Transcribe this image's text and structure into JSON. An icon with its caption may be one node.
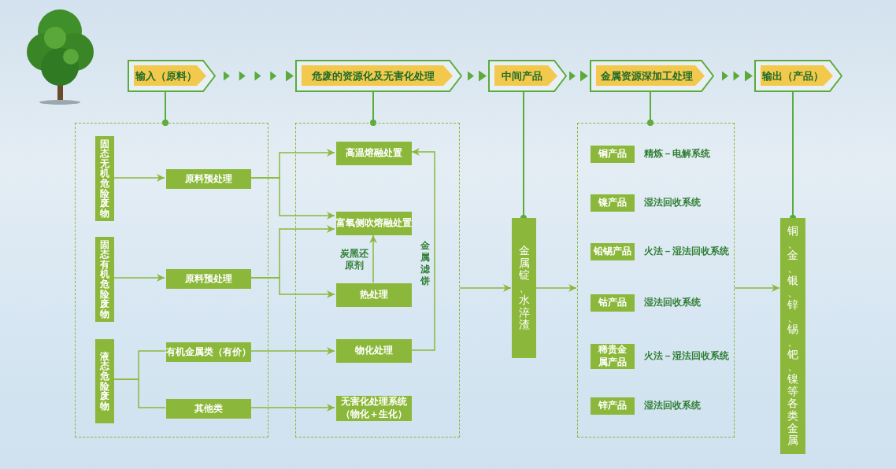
{
  "diagram": {
    "nodes": [
      {
        "text": [
          "输入（原料）"
        ]
      },
      {
        "text": [
          "危废的资源化及无害化处理"
        ]
      },
      {
        "text": [
          "中间产品"
        ]
      },
      {
        "text": [
          "金属资源深加工处理"
        ]
      },
      {
        "text": [
          "输出（产品）"
        ]
      },
      {
        "text": [],
        "shape": "box"
      },
      {
        "text": [
          "固态无机危险废物"
        ],
        "in": 5
      },
      {
        "text": [
          "原料预处理"
        ],
        "in": 5
      },
      {
        "text": [
          "固态有机危险废物"
        ],
        "in": 5
      },
      {
        "text": [
          "原料预处理"
        ],
        "in": 5
      },
      {
        "text": [
          "液态危险废物"
        ],
        "in": 5
      },
      {
        "text": [
          "有机金属类（有价）"
        ],
        "in": 5
      },
      {
        "text": [
          "其他类"
        ],
        "in": 5
      },
      {
        "text": [],
        "shape": "box"
      },
      {
        "text": [
          "高温熔融处置"
        ],
        "in": 13
      },
      {
        "text": [
          "富氧侧吹熔融处置"
        ],
        "in": 13
      },
      {
        "text": [
          "热处理"
        ],
        "in": 13
      },
      {
        "text": [
          "物化处理"
        ],
        "in": 13
      },
      {
        "text": [
          "无害化处理系统（物化＋生化）"
        ],
        "in": 13
      },
      {
        "text": [
          "金属锭、水淬渣"
        ]
      },
      {
        "text": [],
        "shape": "box"
      },
      {
        "text": [
          "铜产品"
        ],
        "in": 20,
        "beside": [
          "精炼－电解系统"
        ]
      },
      {
        "text": [
          "镍产品"
        ],
        "in": 20,
        "beside": [
          "湿法回收系统"
        ]
      },
      {
        "text": [
          "铅锡产品"
        ],
        "in": 20,
        "beside": [
          "火法－湿法回收系统"
        ]
      },
      {
        "text": [
          "钴产品"
        ],
        "in": 20,
        "beside": [
          "湿法回收系统"
        ]
      },
      {
        "text": [
          "稀贵金属产品"
        ],
        "in": 20,
        "beside": [
          "火法－湿法回收系统"
        ]
      },
      {
        "text": [
          "锌产品"
        ],
        "in": 20,
        "beside": [
          "湿法回收系统"
        ]
      },
      {
        "text": [
          "铜、金、银、锌、锡、钯、镍等各类金属"
        ]
      }
    ],
    "edges": [
      {
        "from": 0,
        "to": 1,
        "arrow": "to"
      },
      {
        "from": 1,
        "to": 2,
        "arrow": "to"
      },
      {
        "from": 2,
        "to": 3,
        "arrow": "to"
      },
      {
        "from": 3,
        "to": 4,
        "arrow": "to"
      },
      {
        "from": 0,
        "to": 5,
        "arrow": "other"
      },
      {
        "from": 1,
        "to": 13,
        "arrow": "other"
      },
      {
        "from": 2,
        "to": 19,
        "arrow": "other"
      },
      {
        "from": 3,
        "to": 20,
        "arrow": "other"
      },
      {
        "from": 4,
        "to": 27,
        "arrow": "other"
      },
      {
        "from": 6,
        "to": 7,
        "arrow": "to"
      },
      {
        "from": 8,
        "to": 9,
        "arrow": "to"
      },
      {
        "from": 10,
        "to": 11,
        "arrow": "none"
      },
      {
        "from": 10,
        "to": 12,
        "arrow": "none"
      },
      {
        "from": 7,
        "to": 14,
        "arrow": "to"
      },
      {
        "from": 7,
        "to": 15,
        "arrow": "to"
      },
      {
        "from": 9,
        "to": 15,
        "arrow": "to"
      },
      {
        "from": 9,
        "to": 16,
        "arrow": "to"
      },
      {
        "from": 11,
        "to": 17,
        "arrow": "to"
      },
      {
        "from": 12,
        "to": 18,
        "arrow": "to"
      },
      {
        "from": 16,
        "to": 15,
        "arrow": "to",
        "label": "炭黑还原剂"
      },
      {
        "from": 17,
        "to": 14,
        "arrow": "to",
        "label": "金属滤饼"
      },
      {
        "from": 13,
        "to": 19,
        "arrow": "to"
      },
      {
        "from": 19,
        "to": 20,
        "arrow": "to"
      },
      {
        "from": 20,
        "to": 27,
        "arrow": "to"
      }
    ]
  }
}
